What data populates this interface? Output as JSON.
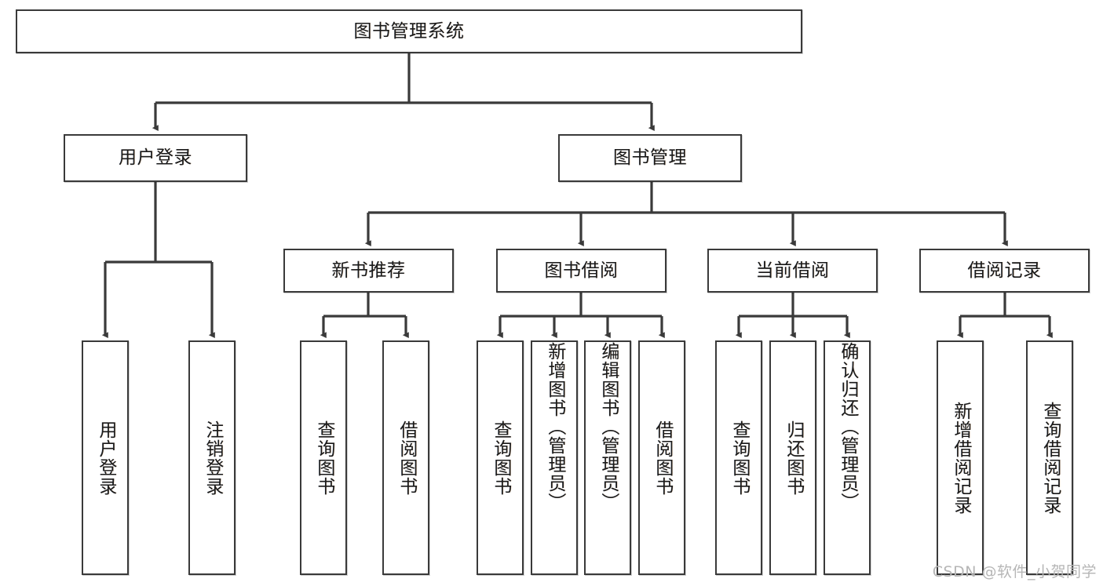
{
  "diagram": {
    "title": "图书管理系统",
    "type": "tree-structure-chart",
    "colors": {
      "box_border": "#3a3a3a",
      "box_fill": "#ffffff",
      "connector": "#3a3a3a",
      "text": "#1a1a1a",
      "watermark": "#b6b6b6"
    },
    "watermark": "CSDN @软件_小贺同学",
    "root": {
      "label": "图书管理系统"
    },
    "level2": [
      {
        "label": "用户登录"
      },
      {
        "label": "图书管理"
      }
    ],
    "level3": [
      {
        "label": "新书推荐"
      },
      {
        "label": "图书借阅"
      },
      {
        "label": "当前借阅"
      },
      {
        "label": "借阅记录"
      }
    ],
    "leaves": [
      {
        "label": "用户登录",
        "parent": "用户登录"
      },
      {
        "label": "注销登录",
        "parent": "用户登录"
      },
      {
        "label": "查询图书",
        "parent": "新书推荐"
      },
      {
        "label": "借阅图书",
        "parent": "新书推荐"
      },
      {
        "label": "查询图书",
        "parent": "图书借阅"
      },
      {
        "label": "新增图书（管理员）",
        "parent": "图书借阅"
      },
      {
        "label": "编辑图书（管理员）",
        "parent": "图书借阅"
      },
      {
        "label": "借阅图书",
        "parent": "图书借阅"
      },
      {
        "label": "查询图书",
        "parent": "当前借阅"
      },
      {
        "label": "归还图书",
        "parent": "当前借阅"
      },
      {
        "label": "确认归还（管理员）",
        "parent": "当前借阅"
      },
      {
        "label": "新增借阅记录",
        "parent": "借阅记录"
      },
      {
        "label": "查询借阅记录",
        "parent": "借阅记录"
      }
    ]
  }
}
